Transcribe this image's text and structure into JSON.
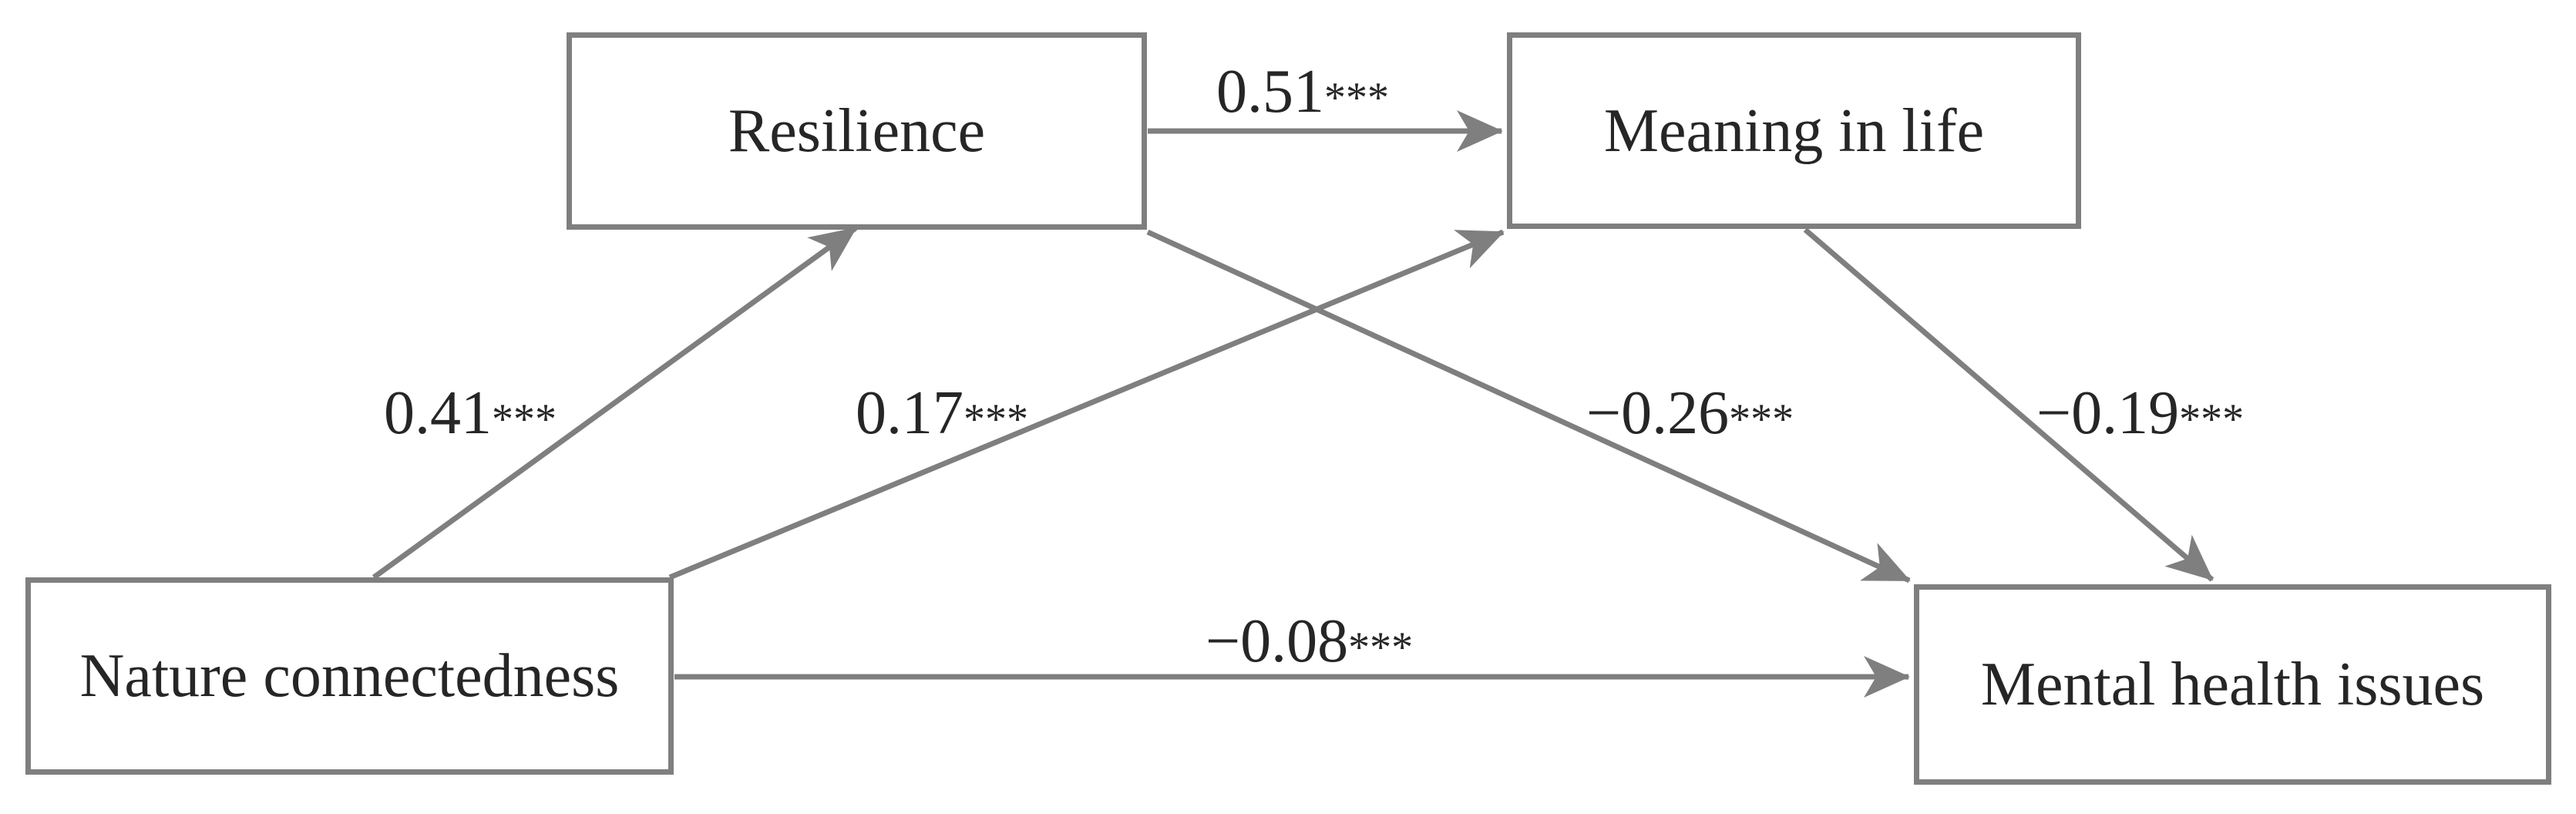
{
  "figure": {
    "type": "path-diagram",
    "background_color": "#ffffff",
    "line_color": "#7f7f7f",
    "text_color": "#262626"
  },
  "nodes": [
    {
      "id": "resilience",
      "label": "Resilience"
    },
    {
      "id": "meaning-in-life",
      "label": "Meaning in life"
    },
    {
      "id": "nature-connectedness",
      "label": "Nature connectedness"
    },
    {
      "id": "mental-health-issues",
      "label": "Mental health issues"
    }
  ],
  "paths": [
    {
      "from": "Resilience",
      "to": "Meaning in life",
      "coefficient": "0.51",
      "stars": "***"
    },
    {
      "from": "Nature connectedness",
      "to": "Resilience",
      "coefficient": "0.41",
      "stars": "***"
    },
    {
      "from": "Nature connectedness",
      "to": "Meaning in life",
      "coefficient": "0.17",
      "stars": "***"
    },
    {
      "from": "Resilience",
      "to": "Mental health issues",
      "coefficient": "−0.26",
      "stars": "***"
    },
    {
      "from": "Meaning in life",
      "to": "Mental health issues",
      "coefficient": "−0.19",
      "stars": "***"
    },
    {
      "from": "Nature connectedness",
      "to": "Mental health issues",
      "coefficient": "−0.08",
      "stars": "***"
    }
  ]
}
